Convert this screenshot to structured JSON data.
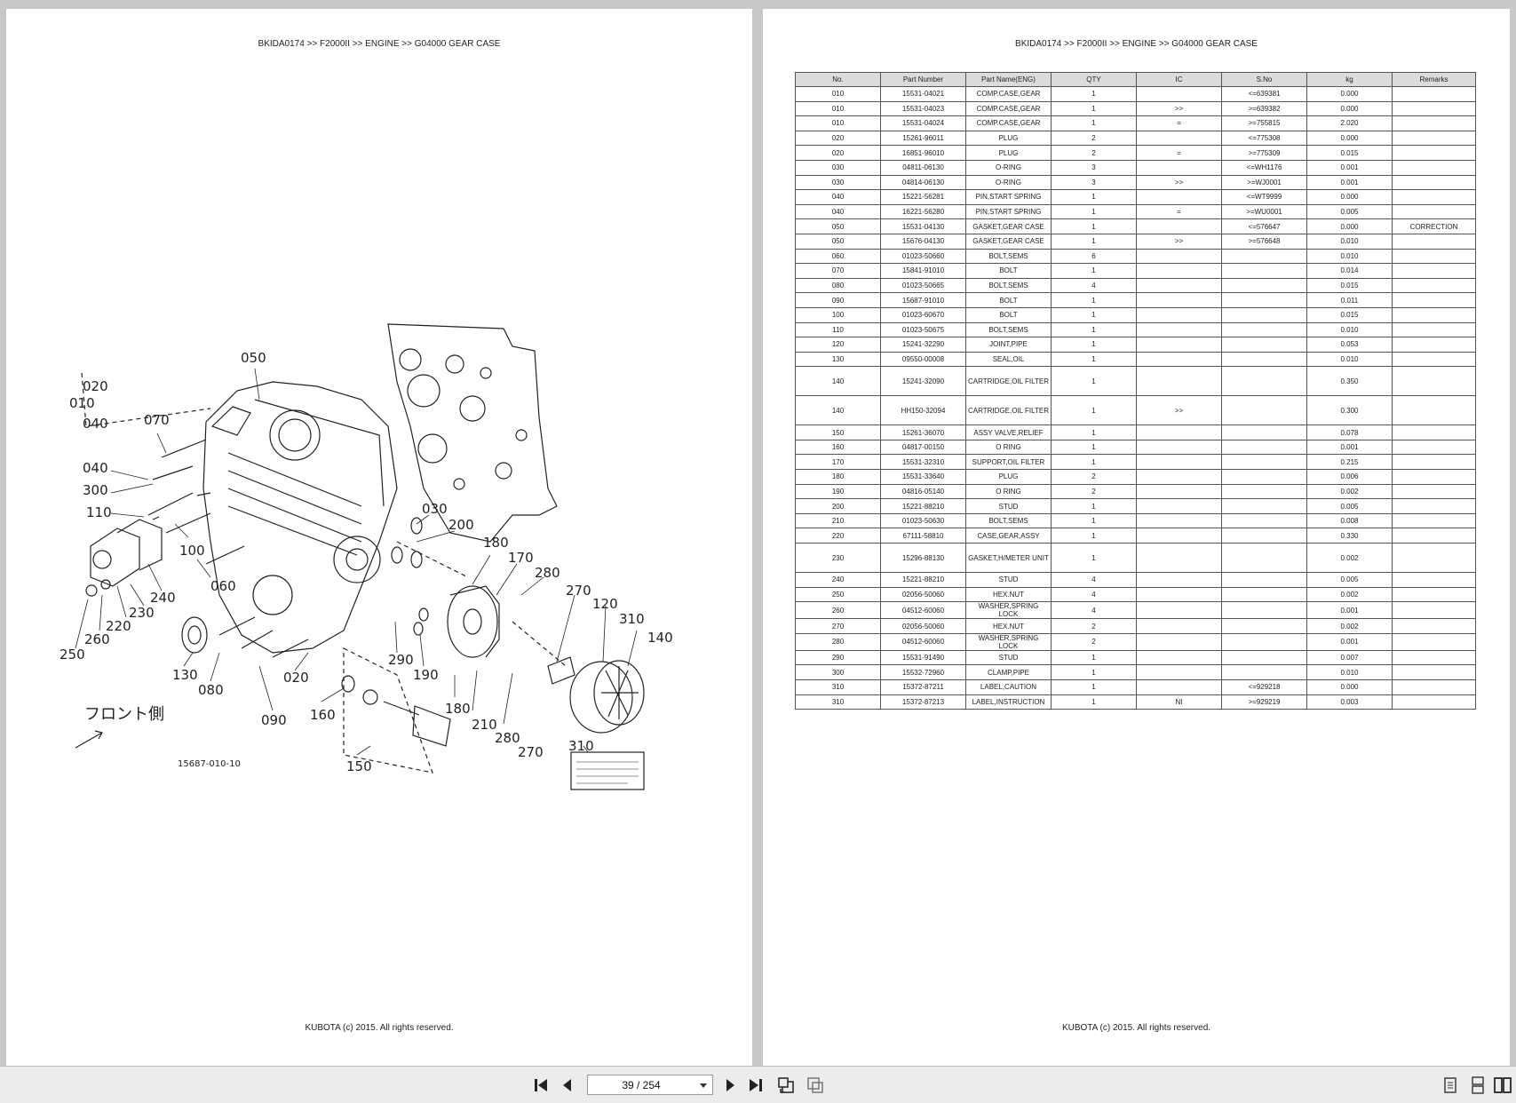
{
  "header": {
    "breadcrumb": "BKIDA0174 >> F2000II >> ENGINE >> G04000   GEAR CASE"
  },
  "footer": {
    "copyright": "KUBOTA (c) 2015. All rights reserved."
  },
  "diagram": {
    "drawing_number": "15687-010-10",
    "front_label": "フロント側",
    "callouts": [
      "010",
      "020",
      "040",
      "050",
      "070",
      "040",
      "300",
      "110",
      "100",
      "060",
      "240",
      "230",
      "220",
      "260",
      "250",
      "130",
      "080",
      "090",
      "020",
      "030",
      "200",
      "180",
      "170",
      "280",
      "270",
      "120",
      "310",
      "140",
      "290",
      "190",
      "160",
      "180",
      "210",
      "280",
      "270",
      "150",
      "310"
    ]
  },
  "table": {
    "columns": [
      "No.",
      "Part Number",
      "Part Name(ENG)",
      "QTY",
      "IC",
      "S.No",
      "kg",
      "Remarks"
    ],
    "rows": [
      [
        "010",
        "15531-04021",
        "COMP.CASE,GEAR",
        "1",
        "",
        "<=639381",
        "0.000",
        ""
      ],
      [
        "010",
        "15531-04023",
        "COMP.CASE,GEAR",
        "1",
        ">>",
        ">=639382",
        "0.000",
        ""
      ],
      [
        "010",
        "15531-04024",
        "COMP.CASE,GEAR",
        "1",
        "=",
        ">=755815",
        "2.020",
        ""
      ],
      [
        "020",
        "15261-96011",
        "PLUG",
        "2",
        "",
        "<=775308",
        "0.000",
        ""
      ],
      [
        "020",
        "16851-96010",
        "PLUG",
        "2",
        "=",
        ">=775309",
        "0.015",
        ""
      ],
      [
        "030",
        "04811-06130",
        "O-RING",
        "3",
        "",
        "<=WH1176",
        "0.001",
        ""
      ],
      [
        "030",
        "04814-06130",
        "O-RING",
        "3",
        ">>",
        ">=WJ0001",
        "0.001",
        ""
      ],
      [
        "040",
        "15221-56281",
        "PIN,START SPRING",
        "1",
        "",
        "<=WT9999",
        "0.000",
        ""
      ],
      [
        "040",
        "16221-56280",
        "PIN,START SPRING",
        "1",
        "=",
        ">=WU0001",
        "0.005",
        ""
      ],
      [
        "050",
        "15531-04130",
        "GASKET,GEAR CASE",
        "1",
        "",
        "<=576647",
        "0.000",
        "CORRECTION"
      ],
      [
        "050",
        "15676-04130",
        "GASKET,GEAR CASE",
        "1",
        ">>",
        ">=576648",
        "0.010",
        ""
      ],
      [
        "060",
        "01023-50660",
        "BOLT,SEMS",
        "6",
        "",
        "",
        "0.010",
        ""
      ],
      [
        "070",
        "15841-91010",
        "BOLT",
        "1",
        "",
        "",
        "0.014",
        ""
      ],
      [
        "080",
        "01023-50665",
        "BOLT,SEMS",
        "4",
        "",
        "",
        "0.015",
        ""
      ],
      [
        "090",
        "15687-91010",
        "BOLT",
        "1",
        "",
        "",
        "0.011",
        ""
      ],
      [
        "100",
        "01023-60670",
        "BOLT",
        "1",
        "",
        "",
        "0.015",
        ""
      ],
      [
        "110",
        "01023-50675",
        "BOLT,SEMS",
        "1",
        "",
        "",
        "0.010",
        ""
      ],
      [
        "120",
        "15241-32290",
        "JOINT,PIPE",
        "1",
        "",
        "",
        "0.053",
        ""
      ],
      [
        "130",
        "09550-00008",
        "SEAL,OIL",
        "1",
        "",
        "",
        "0.010",
        ""
      ],
      [
        "140",
        "15241-32090",
        "CARTRIDGE,OIL FILTER",
        "1",
        "",
        "",
        "0.350",
        ""
      ],
      [
        "140",
        "HH150-32094",
        "CARTRIDGE,OIL FILTER",
        "1",
        ">>",
        "",
        "0.300",
        ""
      ],
      [
        "150",
        "15261-36070",
        "ASSY VALVE,RELIEF",
        "1",
        "",
        "",
        "0.078",
        ""
      ],
      [
        "160",
        "04817-00150",
        "O RING",
        "1",
        "",
        "",
        "0.001",
        ""
      ],
      [
        "170",
        "15531-32310",
        "SUPPORT,OIL FILTER",
        "1",
        "",
        "",
        "0.215",
        ""
      ],
      [
        "180",
        "15531-33640",
        "PLUG",
        "2",
        "",
        "",
        "0.006",
        ""
      ],
      [
        "190",
        "04816-05140",
        "O RING",
        "2",
        "",
        "",
        "0.002",
        ""
      ],
      [
        "200",
        "15221-88210",
        "STUD",
        "1",
        "",
        "",
        "0.005",
        ""
      ],
      [
        "210",
        "01023-50630",
        "BOLT,SEMS",
        "1",
        "",
        "",
        "0.008",
        ""
      ],
      [
        "220",
        "67111-58810",
        "CASE,GEAR,ASSY",
        "1",
        "",
        "",
        "0.330",
        ""
      ],
      [
        "230",
        "15296-88130",
        "GASKET,H/METER UNIT",
        "1",
        "",
        "",
        "0.002",
        ""
      ],
      [
        "240",
        "15221-88210",
        "STUD",
        "4",
        "",
        "",
        "0.005",
        ""
      ],
      [
        "250",
        "02056-50060",
        "HEX.NUT",
        "4",
        "",
        "",
        "0.002",
        ""
      ],
      [
        "260",
        "04512-60060",
        "WASHER,SPRING LOCK",
        "4",
        "",
        "",
        "0.001",
        ""
      ],
      [
        "270",
        "02056-50060",
        "HEX.NUT",
        "2",
        "",
        "",
        "0.002",
        ""
      ],
      [
        "280",
        "04512-60060",
        "WASHER,SPRING LOCK",
        "2",
        "",
        "",
        "0.001",
        ""
      ],
      [
        "290",
        "15531-91490",
        "STUD",
        "1",
        "",
        "",
        "0.007",
        ""
      ],
      [
        "300",
        "15532-72960",
        "CLAMP,PIPE",
        "1",
        "",
        "",
        "0.010",
        ""
      ],
      [
        "310",
        "15372-87211",
        "LABEL,CAUTION",
        "1",
        "",
        "<=929218",
        "0.000",
        ""
      ],
      [
        "310",
        "15372-87213",
        "LABEL,INSTRUCTION",
        "1",
        "NI",
        ">=929219",
        "0.003",
        ""
      ]
    ]
  },
  "toolbar": {
    "page_indicator": "39 / 254",
    "icons": [
      "first-page-icon",
      "prev-page-icon",
      "next-page-icon",
      "last-page-icon",
      "rotate-page-icon",
      "fit-page-icon",
      "single-page-view-icon",
      "continuous-view-icon",
      "two-page-view-icon"
    ]
  }
}
